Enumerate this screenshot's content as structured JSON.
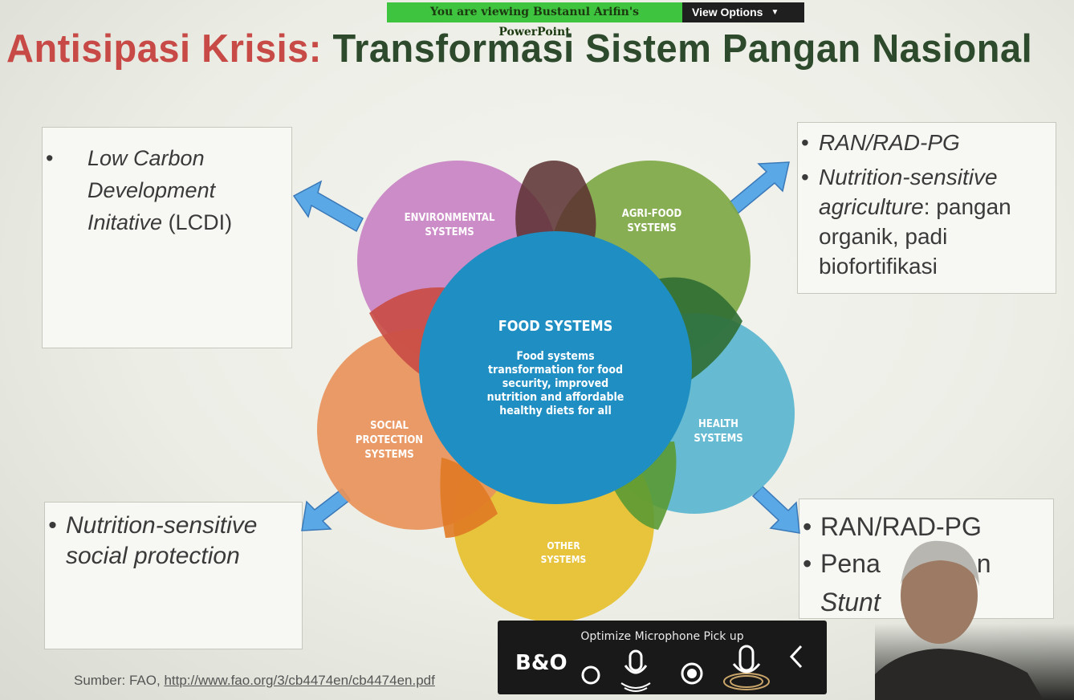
{
  "banner": {
    "viewing": "You are viewing Bustanul Arifin's PowerPoint",
    "options": "View Options"
  },
  "slide": {
    "title_part1": "Antisipasi Krisis:",
    "title_part2": "Transformasi Sistem Pangan Nasional",
    "top_left_box": {
      "line1": "Low Carbon",
      "line2": "Development",
      "line3_italic": "Initative",
      "line3_rest": " (LCDI)"
    },
    "top_right_box": {
      "item1": "RAN/RAD-PG",
      "item2_italic": "Nutrition-sensitive agriculture",
      "item2_rest": ": pangan organik, padi biofortifikasi"
    },
    "bottom_left_box": {
      "item1": "Nutrition-sensitive social protection"
    },
    "bottom_right_box": {
      "item1": "RAN/RAD-PG",
      "item2": "Pena",
      "item2_tail": "n",
      "item3": "Stunt"
    },
    "diagram": {
      "environmental": [
        "ENVIRONMENTAL",
        "SYSTEMS"
      ],
      "agri": [
        "AGRI-FOOD",
        "SYSTEMS"
      ],
      "health": [
        "HEALTH",
        "SYSTEMS"
      ],
      "other": [
        "OTHER",
        "SYSTEMS"
      ],
      "social": [
        "SOCIAL",
        "PROTECTION",
        "SYSTEMS"
      ],
      "center_title": "FOOD SYSTEMS",
      "center_body": [
        "Food systems",
        "transformation for food",
        "security, improved",
        "nutrition and affordable",
        "healthy diets for all"
      ]
    },
    "source_prefix": "Sumber: FAO, ",
    "source_link": "http://www.fao.org/3/cb4474en/cb4474en.pdf"
  },
  "toolbar": {
    "label": "Optimize Microphone Pick up",
    "bo_label": "B&O"
  },
  "colors": {
    "env": "#c983c3",
    "agri": "#7fa846",
    "health": "#5ab6cf",
    "other": "#e6c02c",
    "social": "#e9935a",
    "center": "#1f8ec2"
  }
}
